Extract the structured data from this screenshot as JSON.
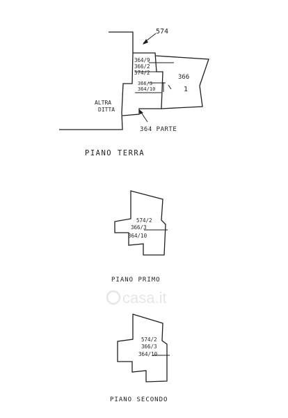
{
  "floor_plans": {
    "ground": {
      "title": "PIANO TERRA",
      "labels": {
        "p574": "574",
        "s1": "364/9",
        "s2": "366/2",
        "s3": "574/2",
        "s4": "366/3",
        "s5": "364/10",
        "p366": "366",
        "sub1": "1",
        "altra": "ALTRA",
        "ditta": "DITTA",
        "parte": "364 PARTE"
      }
    },
    "first": {
      "title": "PIANO PRIMO",
      "labels": {
        "a": "574/2",
        "b": "366/3",
        "c": "364/10"
      }
    },
    "second": {
      "title": "PIANO SECONDO",
      "labels": {
        "a": "574/2",
        "b": "366/3",
        "c": "364/10"
      }
    }
  },
  "watermark": {
    "brand": "casa.it"
  }
}
